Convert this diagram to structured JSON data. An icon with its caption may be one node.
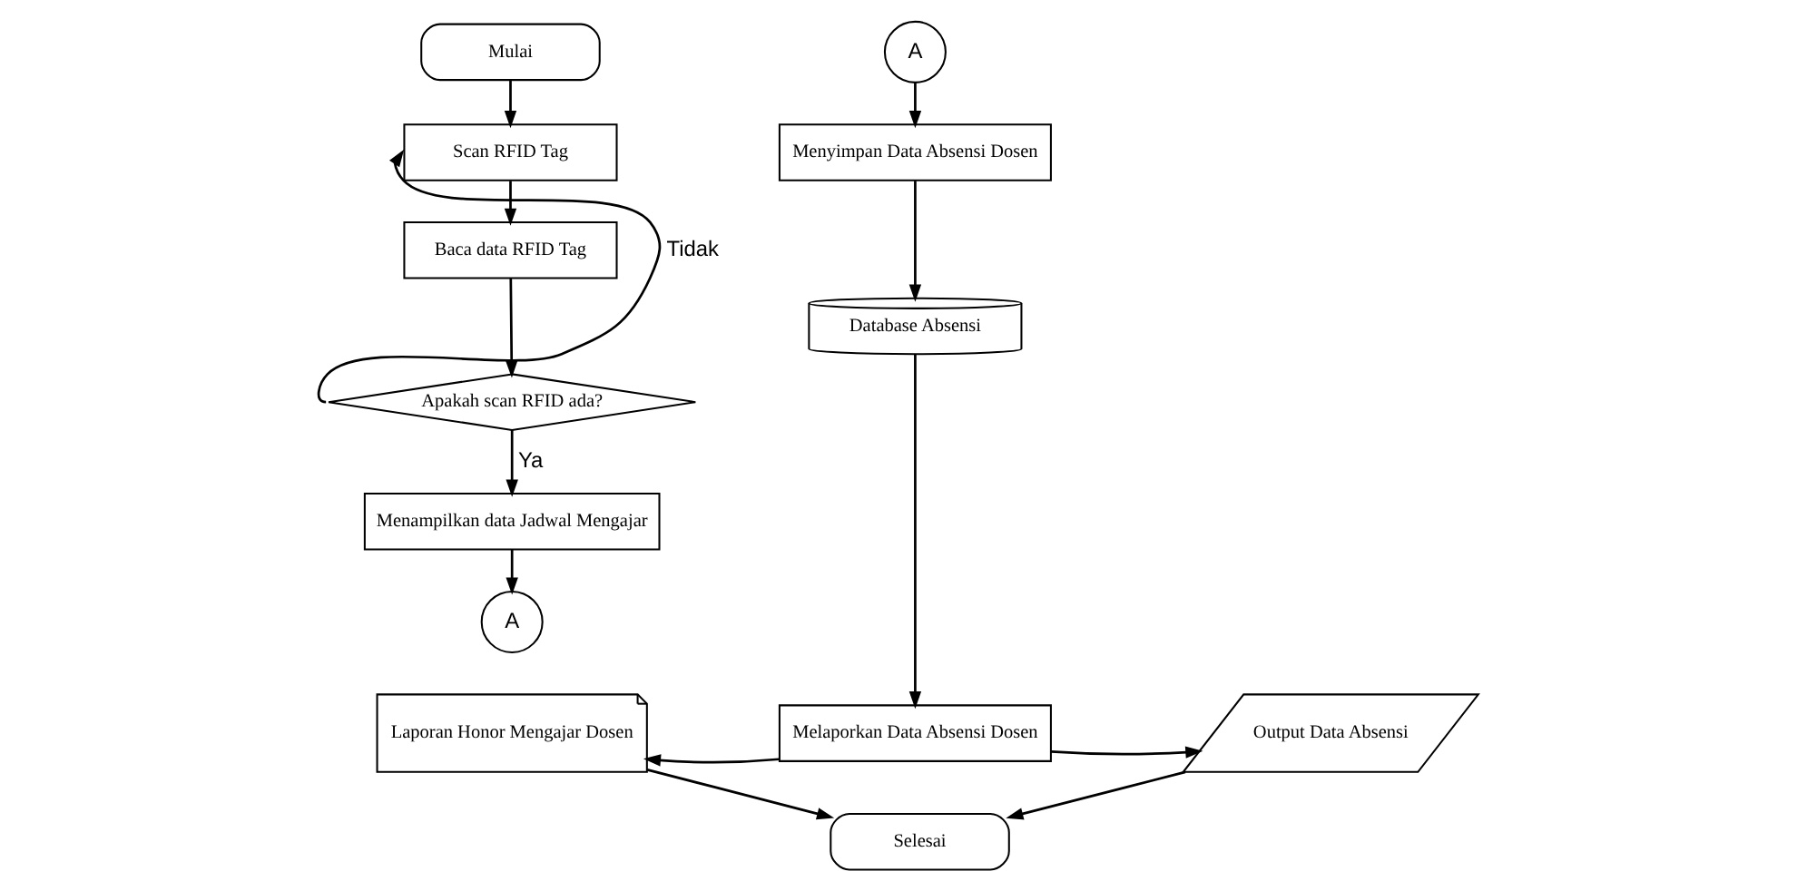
{
  "diagram": {
    "nodes": [
      {
        "text": [
          "Mulai"
        ]
      },
      {
        "text": [
          "Scan RFID Tag"
        ]
      },
      {
        "text": [
          "Baca data RFID Tag"
        ]
      },
      {
        "text": [
          "Apakah scan RFID ada?"
        ]
      },
      {
        "text": [
          "Menampilkan data Jadwal Mengajar"
        ]
      },
      {
        "text": [
          "A"
        ]
      },
      {
        "text": [
          "A"
        ]
      },
      {
        "text": [
          "Menyimpan Data Absensi Dosen"
        ]
      },
      {
        "text": [
          "Database Absensi"
        ]
      },
      {
        "text": [
          "Melaporkan Data Absensi Dosen"
        ]
      },
      {
        "text": [
          "Laporan Honor Mengajar Dosen"
        ]
      },
      {
        "text": [
          "Output Data Absensi"
        ]
      },
      {
        "text": [
          "Selesai"
        ]
      }
    ],
    "edges": [
      {
        "from": 0,
        "to": 1,
        "arrow": "to"
      },
      {
        "from": 1,
        "to": 2,
        "arrow": "to"
      },
      {
        "from": 2,
        "to": 3,
        "arrow": "to"
      },
      {
        "from": 3,
        "to": 1,
        "arrow": "to",
        "label": "Tidak"
      },
      {
        "from": 3,
        "to": 4,
        "arrow": "to",
        "label": "Ya"
      },
      {
        "from": 4,
        "to": 5,
        "arrow": "to"
      },
      {
        "from": 6,
        "to": 7,
        "arrow": "to"
      },
      {
        "from": 7,
        "to": 8,
        "arrow": "to"
      },
      {
        "from": 8,
        "to": 9,
        "arrow": "to"
      },
      {
        "from": 9,
        "to": 10,
        "arrow": "to"
      },
      {
        "from": 9,
        "to": 11,
        "arrow": "to"
      },
      {
        "from": 10,
        "to": 12,
        "arrow": "to"
      },
      {
        "from": 11,
        "to": 12,
        "arrow": "to"
      }
    ]
  }
}
